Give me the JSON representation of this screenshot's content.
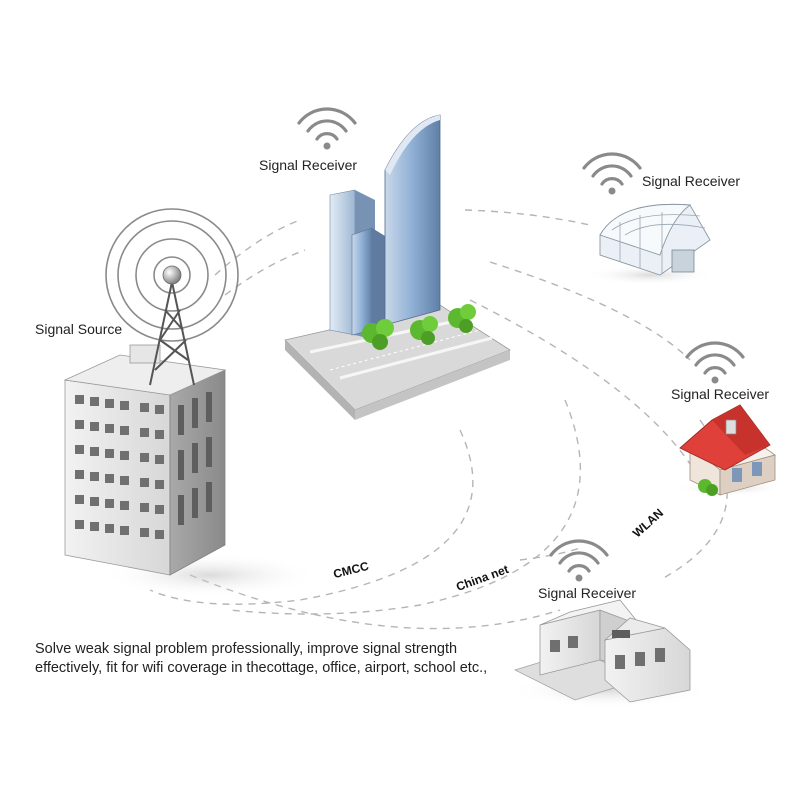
{
  "labels": {
    "source": "Signal Source",
    "receiver_tower": "Signal Receiver",
    "receiver_greenhouse": "Signal Receiver",
    "receiver_house": "Signal Receiver",
    "receiver_villa": "Signal Receiver"
  },
  "networks": {
    "cmcc": "CMCC",
    "china_net": "China net",
    "wlan": "WLAN"
  },
  "description": "Solve weak signal problem professionally, improve signal strength effectively, fit for wifi coverage in thecottage, office, airport, school etc.,",
  "icons": [
    "wifi-icon",
    "signal-tower-icon",
    "office-tower-icon",
    "greenhouse-icon",
    "house-icon",
    "villa-icon"
  ],
  "colors": {
    "wifi": "#8a8a8a",
    "link": "#b5b5b5",
    "glass": "#7f9fc6",
    "roof": "#e0403a",
    "plant": "#5cb82e"
  }
}
